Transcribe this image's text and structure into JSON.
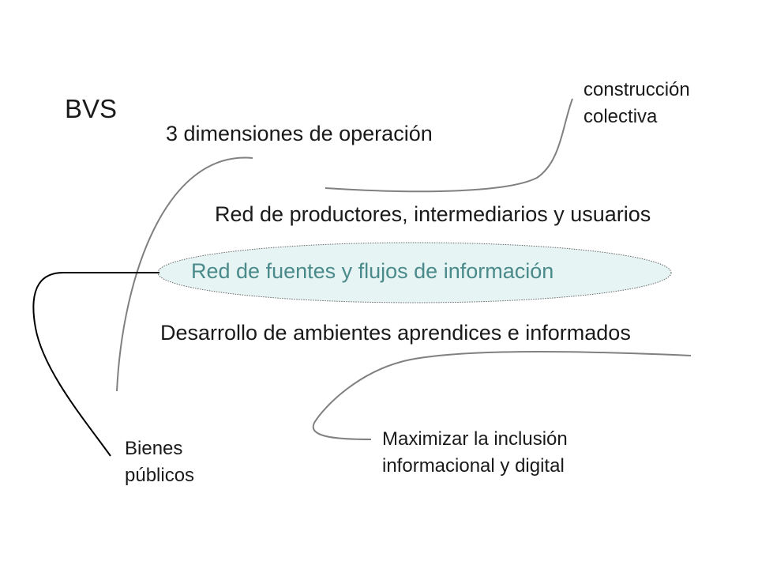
{
  "title": "BVS",
  "dimensions_label": "3 dimensiones de operación",
  "dimensions": {
    "productores": "Red de productores, intermediarios y usuarios",
    "fuentes": "Red de fuentes y flujos de información",
    "ambientes": "Desarrollo de ambientes aprendices e informados"
  },
  "annotations": {
    "construccion": [
      "construcción",
      "colectiva"
    ],
    "bienes": [
      "Bienes",
      "públicos"
    ],
    "maximizar": [
      "Maximizar la inclusión",
      "informacional y digital"
    ]
  },
  "colors": {
    "highlight_fill": "#e6f4f4",
    "highlight_text": "#4a8a8a",
    "gray_connector": "#808080",
    "black_connector": "#000000"
  }
}
